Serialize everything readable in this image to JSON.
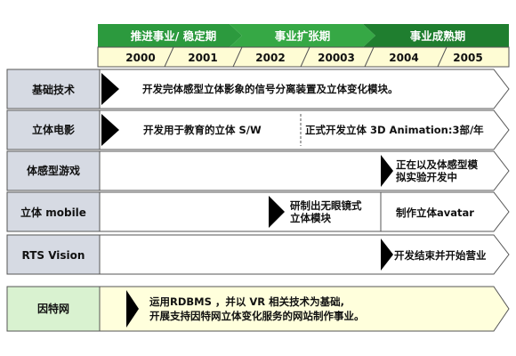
{
  "phases": [
    "推进事业/ 稳定期",
    "事业扩张期",
    "事业成熟期"
  ],
  "years": [
    "2000",
    "2001",
    "2002",
    "20003",
    "2004",
    "2005"
  ],
  "rows": [
    {
      "label": "基础技术",
      "cells": [
        "开发完体感型立体影象的信号分离装置及立体变化模块。"
      ]
    },
    {
      "label": "立体电影",
      "cells": [
        "开发用于教育的立体 S/W",
        "正式开发立体 3D Animation:3部/年"
      ]
    },
    {
      "label": "体感型游戏",
      "cells": [
        "正在以及体感型模",
        "拟实验开发中"
      ]
    },
    {
      "label": "立体 mobile",
      "cells": [
        "研制出无眼镜式",
        "立体模块",
        "制作立体avatar"
      ]
    },
    {
      "label": "RTS Vision",
      "cells": [
        "开发结束并开始营业"
      ]
    }
  ],
  "internet": {
    "label": "因特网",
    "lines": [
      "运用RDBMS ，并以 VR 相关技术为基础,",
      "开展支持因特网立体变化服务的网站制作事业。"
    ]
  },
  "colors": {
    "phase_dark": "#1a7a2e",
    "phase_light": "#36a845",
    "year_bg": "#fefcd4",
    "label_bg": "#d6dae3",
    "internet_bg": "#ffffdc",
    "arrow": "#000000"
  }
}
